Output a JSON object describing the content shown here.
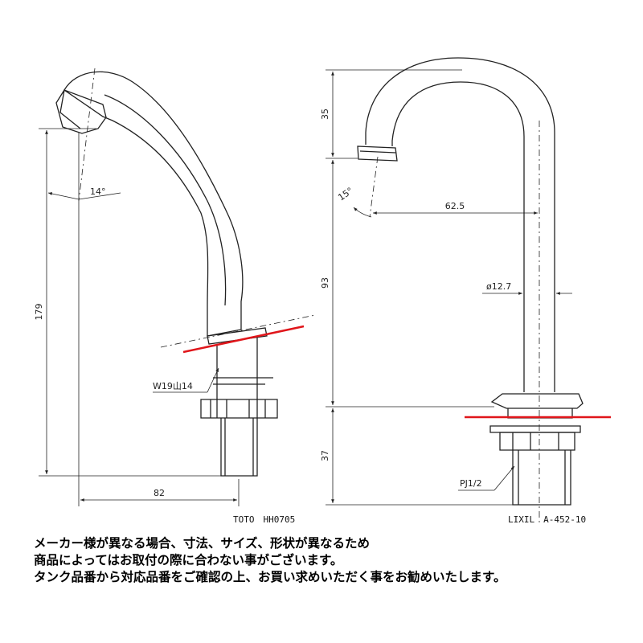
{
  "left_faucet": {
    "model_label": "TOTO　HH0705",
    "angle_label": "14°",
    "height_label": "179",
    "width_label": "82",
    "thread_label": "W19山14"
  },
  "right_faucet": {
    "model_label": "LIXIL　A-452-10",
    "angle_label": "15°",
    "top_height_label": "35",
    "reach_label": "62.5",
    "mid_height_label": "93",
    "diameter_label": "ø12.7",
    "bottom_height_label": "37",
    "thread_label": "PJ1/2"
  },
  "colors": {
    "line": "#222222",
    "cut_line": "#e0161b"
  },
  "notice": {
    "line1": "メーカー様が異なる場合、寸法、サイズ、形状が異なるため",
    "line2": "商品によってはお取付の際に合わない事がございます。",
    "line3": "タンク品番から対応品番をご確認の上、お買い求めいただく事をお勧めいたします。"
  }
}
